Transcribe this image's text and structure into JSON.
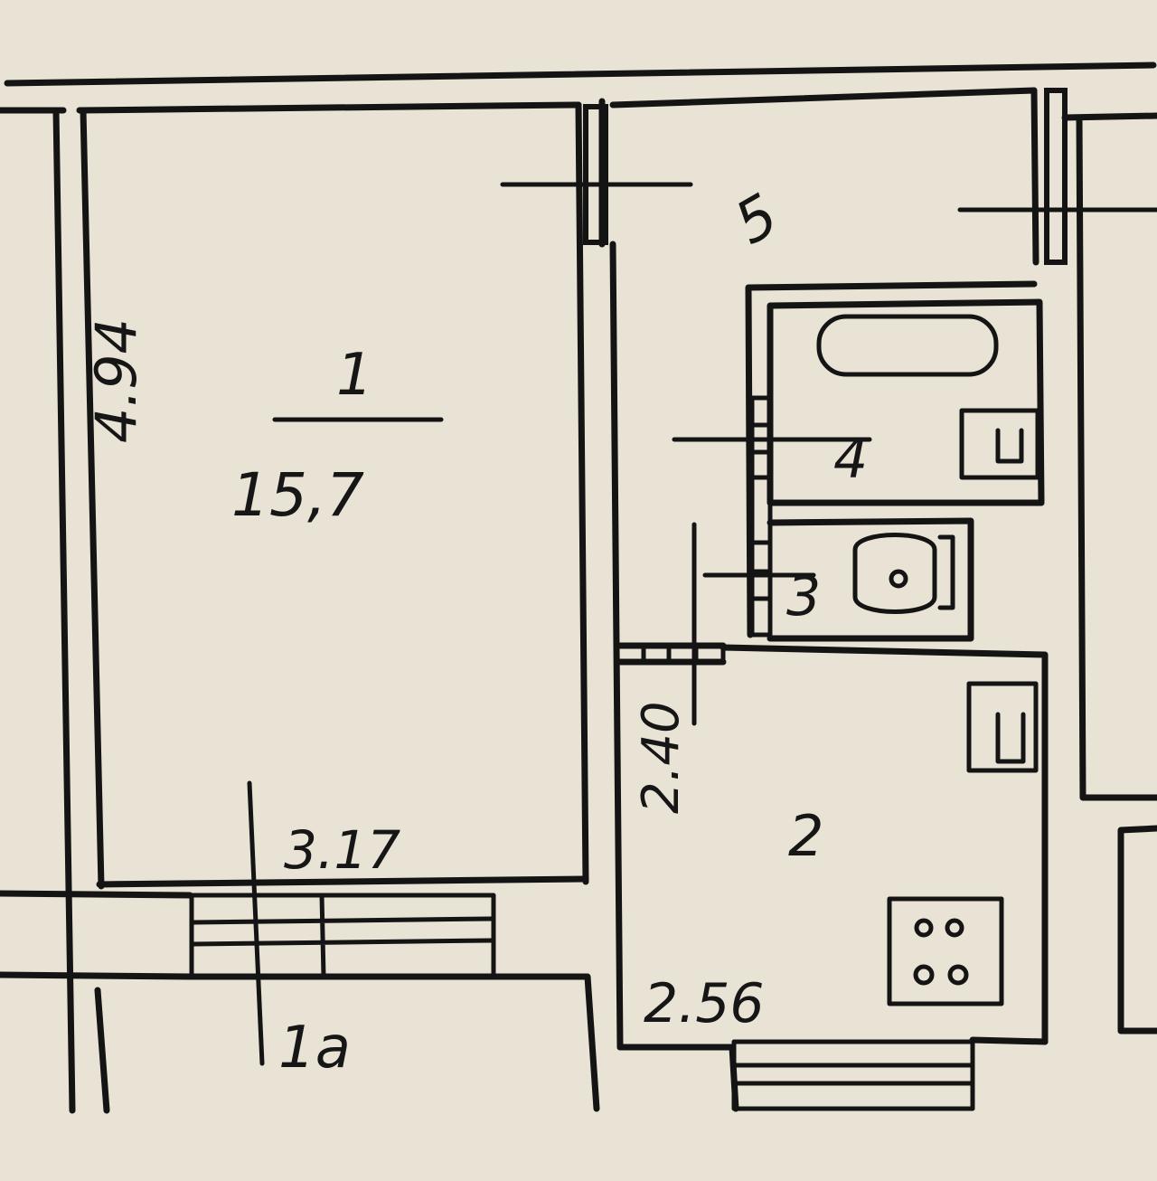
{
  "background_color": "#e8e3d4",
  "ink_color": "#141414",
  "rooms": [
    {
      "id": "1",
      "label": "1",
      "area": "15,7",
      "dim_height": "4.94",
      "dim_width": "3.17"
    },
    {
      "id": "1a",
      "label": "1а"
    },
    {
      "id": "2",
      "label": "2",
      "dim_height": "2.40",
      "dim_width": "2.56"
    },
    {
      "id": "3",
      "label": "3"
    },
    {
      "id": "4",
      "label": "4"
    },
    {
      "id": "5",
      "label": "5"
    }
  ],
  "fixtures": [
    "bathtub-icon",
    "toilet-icon",
    "sink-icon",
    "stove-icon",
    "ventilation-shaft-icon"
  ]
}
